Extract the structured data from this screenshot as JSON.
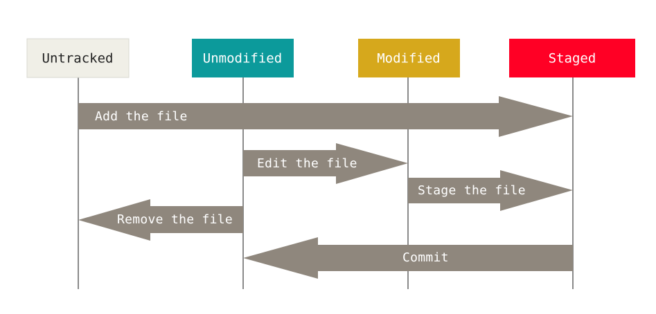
{
  "states": [
    {
      "id": "untracked",
      "label": "Untracked",
      "color": "#f0efe7",
      "text_color": "#222222"
    },
    {
      "id": "unmodified",
      "label": "Unmodified",
      "color": "#0c9a9b",
      "text_color": "#ffffff"
    },
    {
      "id": "modified",
      "label": "Modified",
      "color": "#d6a81c",
      "text_color": "#ffffff"
    },
    {
      "id": "staged",
      "label": "Staged",
      "color": "#ff0025",
      "text_color": "#ffffff"
    }
  ],
  "transitions": [
    {
      "id": "add",
      "label": "Add the file",
      "from": "untracked",
      "to": "staged"
    },
    {
      "id": "edit",
      "label": "Edit the file",
      "from": "unmodified",
      "to": "modified"
    },
    {
      "id": "stage",
      "label": "Stage the file",
      "from": "modified",
      "to": "staged"
    },
    {
      "id": "remove",
      "label": "Remove the file",
      "from": "unmodified",
      "to": "untracked"
    },
    {
      "id": "commit",
      "label": "Commit",
      "from": "staged",
      "to": "unmodified"
    }
  ],
  "arrow_color": "#8f877d",
  "lifeline_color": "#8a8a8a"
}
